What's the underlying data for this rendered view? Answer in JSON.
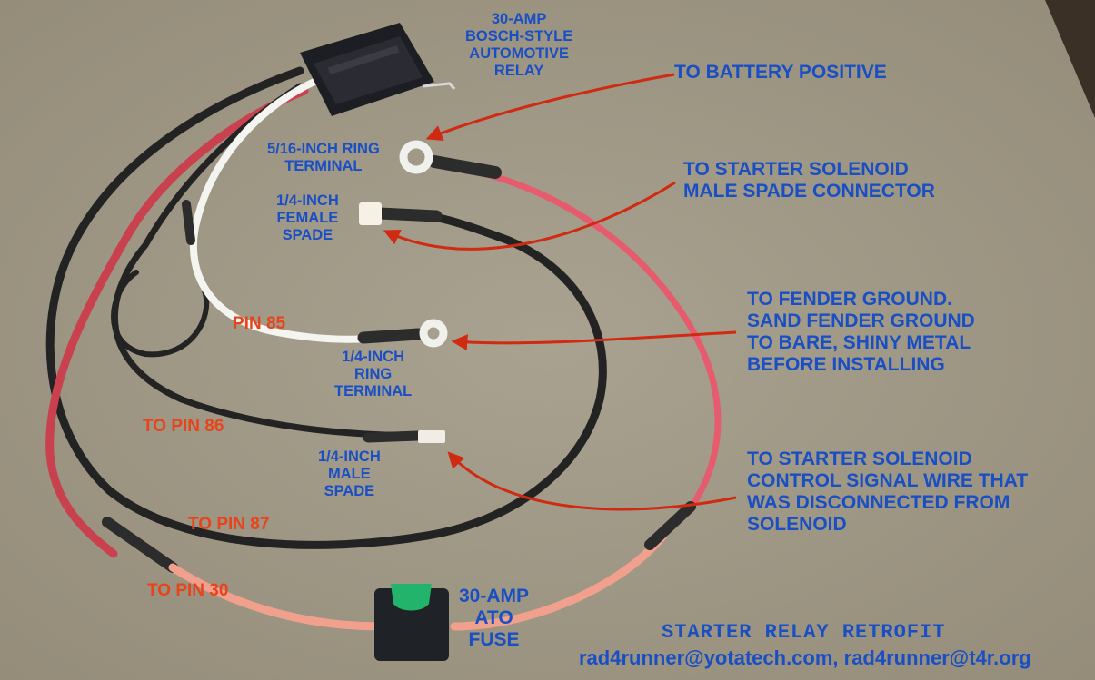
{
  "title": "STARTER RELAY RETROFIT",
  "credits": "rad4runner@yotatech.com, rad4runner@t4r.org",
  "colors": {
    "callout_text": "#1a4fc4",
    "pin_text": "#e8431a",
    "arrow": "#d02a12",
    "background": "#a49c8a"
  },
  "components": {
    "relay": "30-AMP\nBOSCH-STYLE\nAUTOMOTIVE\nRELAY",
    "ring_516": "5/16-INCH RING\nTERMINAL",
    "female_spade": "1/4-INCH\nFEMALE\nSPADE",
    "ring_14": "1/4-INCH\nRING\nTERMINAL",
    "male_spade": "1/4-INCH\nMALE\nSPADE",
    "fuse": "30-AMP\nATO\nFUSE"
  },
  "pins": {
    "pin85": "PIN 85",
    "pin86": "TO PIN 86",
    "pin87": "TO PIN 87",
    "pin30": "TO PIN 30"
  },
  "callouts": {
    "battery": "TO BATTERY POSITIVE",
    "solenoid_spade": "TO STARTER SOLENOID\nMALE SPADE CONNECTOR",
    "fender_ground": "TO FENDER GROUND.\nSAND FENDER GROUND\nTO BARE, SHINY METAL\nBEFORE INSTALLING",
    "control_signal": "TO STARTER SOLENOID\nCONTROL SIGNAL WIRE THAT\nWAS DISCONNECTED FROM\nSOLENOID"
  }
}
